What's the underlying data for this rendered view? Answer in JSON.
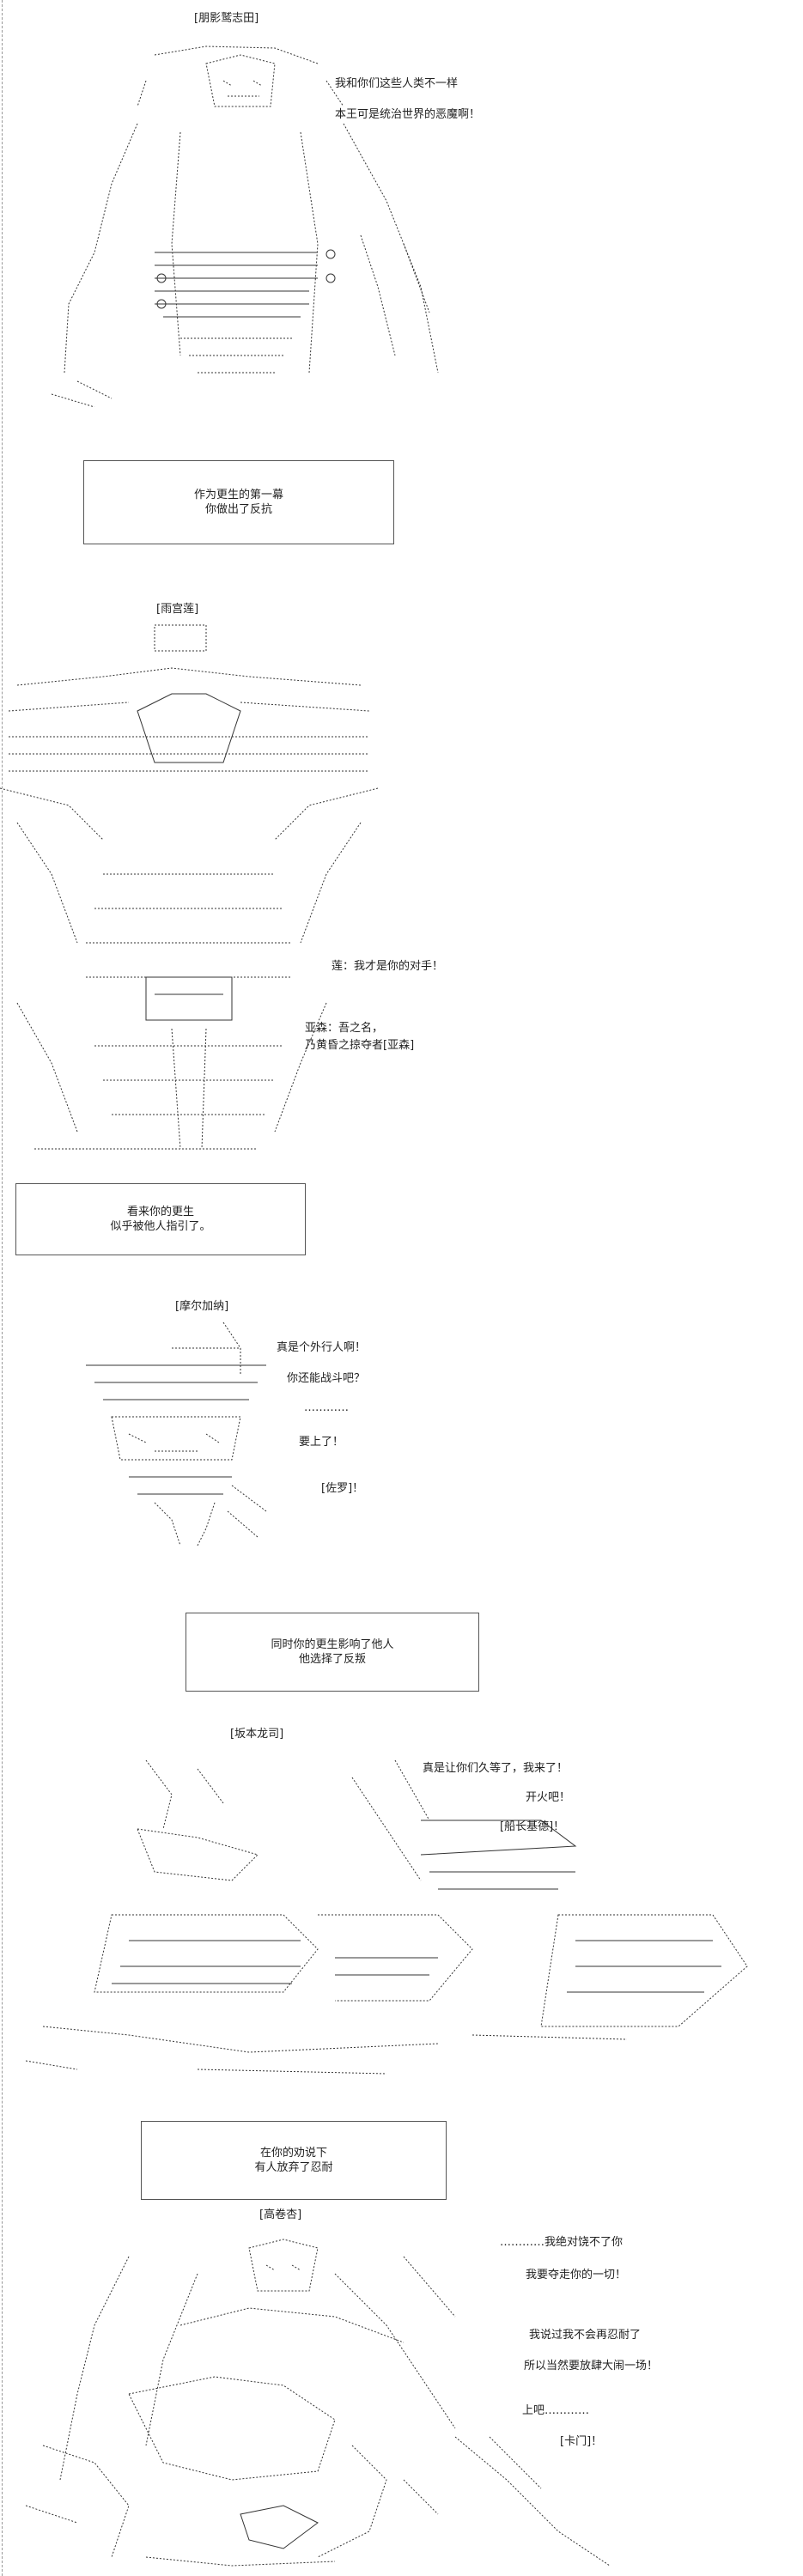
{
  "scenes": [
    {
      "name": "[朋影鹫志田]",
      "lines": [
        "我和你们这些人类不一样",
        "本王可是统治世界的恶魔啊！"
      ]
    },
    {
      "caption": [
        "作为更生的第一幕",
        "你做出了反抗"
      ]
    },
    {
      "name": "[雨宫莲]",
      "lines": [
        "莲：我才是你的对手！",
        "亚森：吾之名，",
        "乃黄昏之掠夺者[亚森]"
      ]
    },
    {
      "caption": [
        "看来你的更生",
        "似乎被他人指引了。"
      ]
    },
    {
      "name": "[摩尔加纳]",
      "lines": [
        "真是个外行人啊！",
        "你还能战斗吧？",
        "…………",
        "要上了！",
        "[佐罗]！"
      ]
    },
    {
      "caption": [
        "同时你的更生影响了他人",
        "他选择了反叛"
      ]
    },
    {
      "name": "[坂本龙司]",
      "lines": [
        "真是让你们久等了，我来了！",
        "开火吧！",
        "[船长基德]！"
      ]
    },
    {
      "caption": [
        "在你的劝说下",
        "有人放弃了忍耐"
      ]
    },
    {
      "name": "[高卷杏]",
      "lines": [
        "…………我绝对饶不了你",
        "我要夺走你的一切！",
        "我说过我不会再忍耐了",
        "所以当然要放肆大闹一场！",
        "上吧…………",
        "[卡门]！"
      ]
    }
  ]
}
